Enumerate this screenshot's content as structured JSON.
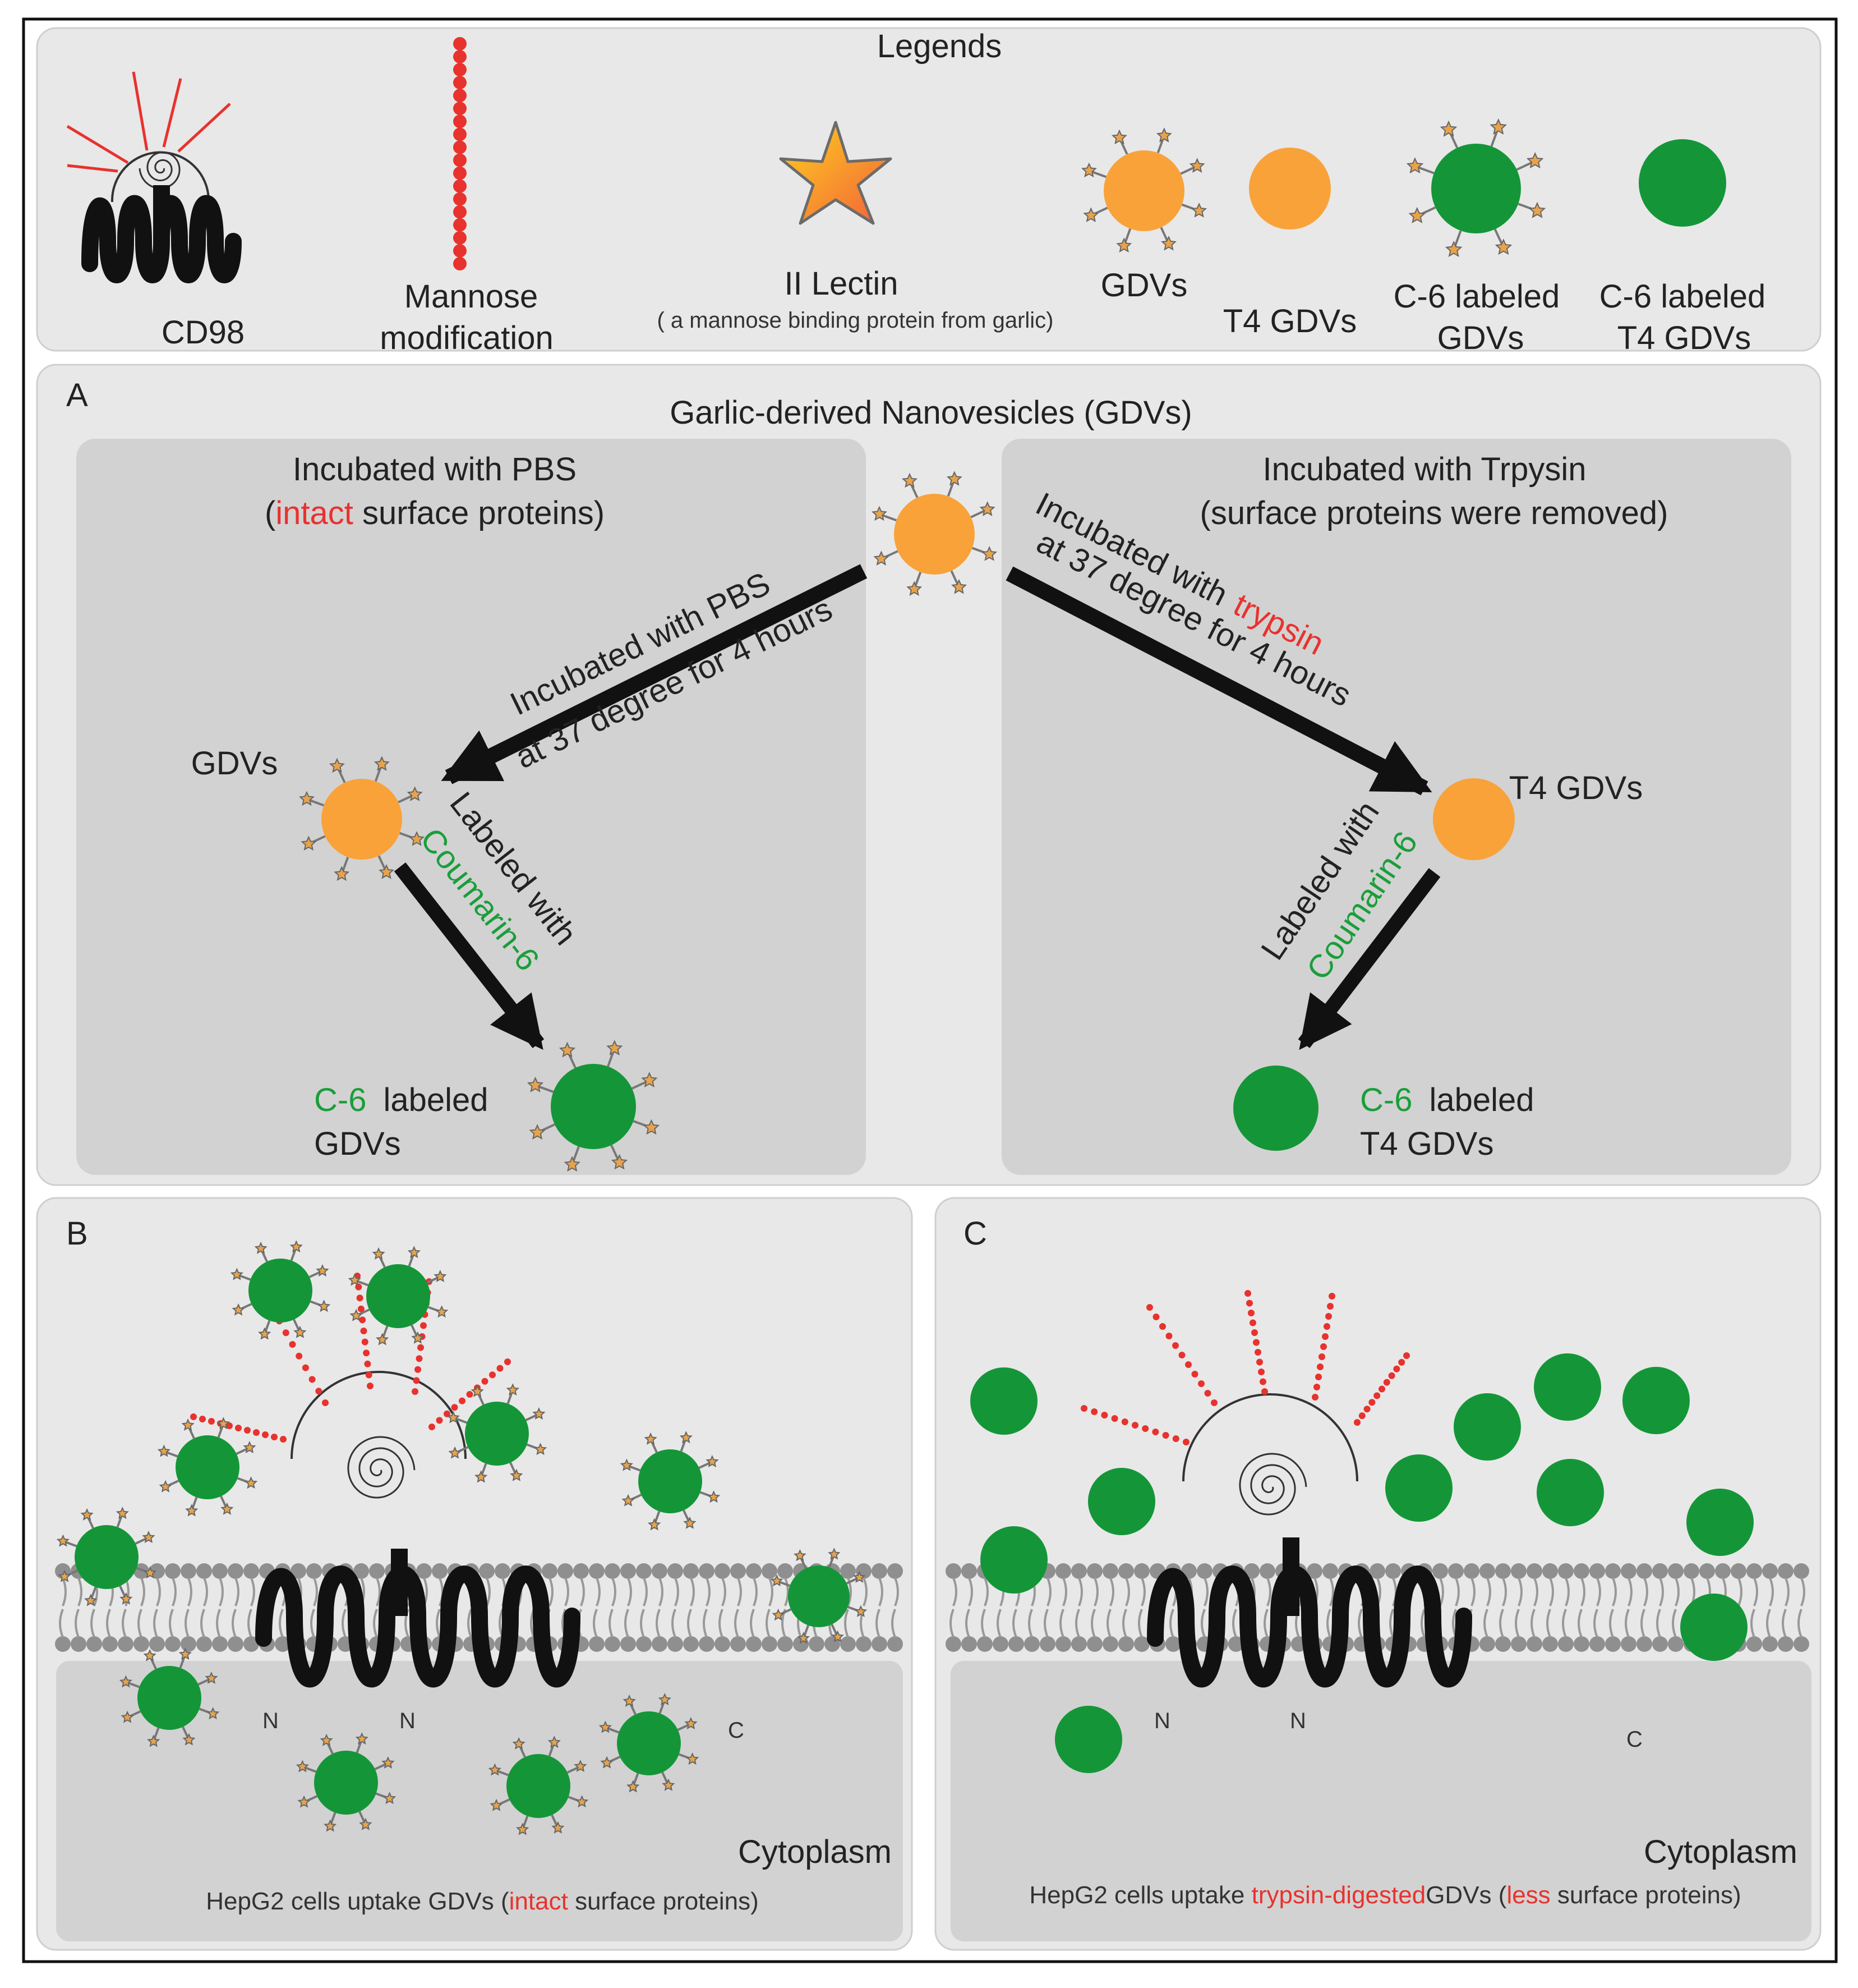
{
  "colors": {
    "vesicle_orange": "#F9A23A",
    "vesicle_green": "#149638",
    "lectin_red": "#E8322E",
    "panel_bg": "#E8E8E8",
    "inner_bg": "#D2D2D2",
    "highlight_red": "#E8322E",
    "highlight_green": "#1A9E3A"
  },
  "legends": {
    "title": "Legends",
    "cd98": "CD98",
    "mannose_1": "Mannose",
    "mannose_2": "modification",
    "lectin_1": "II Lectin",
    "lectin_2": "( a mannose binding protein from garlic)",
    "gdvs": "GDVs",
    "t4gdvs": "T4 GDVs",
    "c6_1a": "C-6 labeled",
    "c6_1b": "GDVs",
    "c6_2a": "C-6 labeled",
    "c6_2b": "T4 GDVs"
  },
  "panelA": {
    "letter": "A",
    "title": "Garlic-derived Nanovesicles (GDVs)",
    "left": {
      "title": "Incubated with PBS",
      "sub_pre": "(",
      "sub_red": "intact",
      "sub_post": " surface proteins)",
      "arrow1_a": "Incubated with PBS",
      "arrow1_b": "at 37 degree for 4 hours",
      "node": "GDVs",
      "arrow2_a": "Labeled with",
      "arrow2_b": "Coumarin-6",
      "result_green": "C-6",
      "result_1": "labeled",
      "result_2": "GDVs"
    },
    "right": {
      "title": "Incubated with Trpysin",
      "sub": "(surface proteins were removed)",
      "arrow1_a": "Incubated with",
      "arrow1_red": "trypsin",
      "arrow1_b": "at 37 degree for 4 hours",
      "node": "T4 GDVs",
      "arrow2_a": "Labeled with",
      "arrow2_b": "Coumarin-6",
      "result_green": "C-6",
      "result_1": "labeled",
      "result_2": "T4 GDVs"
    }
  },
  "panelB": {
    "letter": "B",
    "cytoplasm": "Cytoplasm",
    "caption_pre": "HepG2 cells uptake GDVs (",
    "caption_red": "intact",
    "caption_post": " surface proteins)",
    "n1": "N",
    "n2": "N",
    "c": "C"
  },
  "panelC": {
    "letter": "C",
    "cytoplasm": "Cytoplasm",
    "caption_pre": "HepG2 cells uptake ",
    "caption_red1": "trypsin-digested",
    "caption_mid": "GDVs (",
    "caption_red2": "less",
    "caption_post": " surface proteins)",
    "n1": "N",
    "n2": "N",
    "c": "C"
  }
}
